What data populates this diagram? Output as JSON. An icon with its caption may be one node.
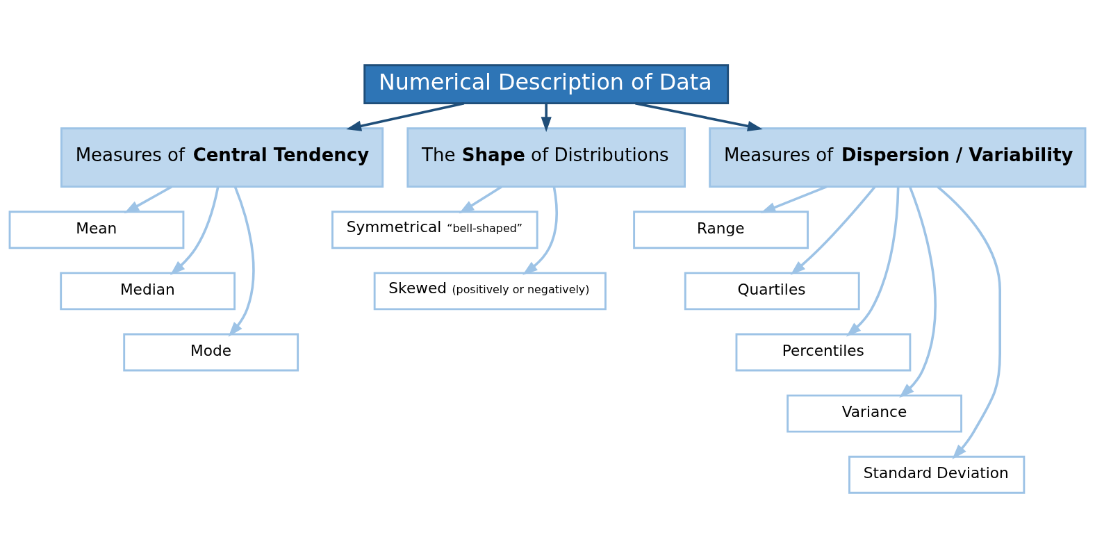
{
  "diagram": {
    "nodes": [
      {
        "text": [
          "Numerical Description of Data"
        ]
      },
      {
        "text": [
          "Measures of **Central Tendency**"
        ]
      },
      {
        "text": [
          "The **Shape** of Distributions"
        ]
      },
      {
        "text": [
          "Measures of **Dispersion / Variability**"
        ]
      },
      {
        "text": [
          "Mean"
        ]
      },
      {
        "text": [
          "Median"
        ]
      },
      {
        "text": [
          "Mode"
        ]
      },
      {
        "text": [
          "Symmetrical",
          "“bell-shaped”"
        ]
      },
      {
        "text": [
          "Skewed",
          "(positively or negatively)"
        ]
      },
      {
        "text": [
          "Range"
        ]
      },
      {
        "text": [
          "Quartiles"
        ]
      },
      {
        "text": [
          "Percentiles"
        ]
      },
      {
        "text": [
          "Variance"
        ]
      },
      {
        "text": [
          "Standard Deviation"
        ]
      }
    ],
    "edges": [
      {
        "from": 0,
        "to": 1,
        "arrow": "to",
        "color": "#1f4e79"
      },
      {
        "from": 0,
        "to": 2,
        "arrow": "to",
        "color": "#1f4e79"
      },
      {
        "from": 0,
        "to": 3,
        "arrow": "to",
        "color": "#1f4e79"
      },
      {
        "from": 1,
        "to": 4,
        "arrow": "to"
      },
      {
        "from": 1,
        "to": 5,
        "arrow": "to"
      },
      {
        "from": 1,
        "to": 6,
        "arrow": "to"
      },
      {
        "from": 2,
        "to": 7,
        "arrow": "to"
      },
      {
        "from": 2,
        "to": 8,
        "arrow": "to"
      },
      {
        "from": 3,
        "to": 9,
        "arrow": "to"
      },
      {
        "from": 3,
        "to": 10,
        "arrow": "to"
      },
      {
        "from": 3,
        "to": 11,
        "arrow": "to"
      },
      {
        "from": 3,
        "to": 12,
        "arrow": "to"
      },
      {
        "from": 3,
        "to": 13,
        "arrow": "to"
      }
    ]
  }
}
